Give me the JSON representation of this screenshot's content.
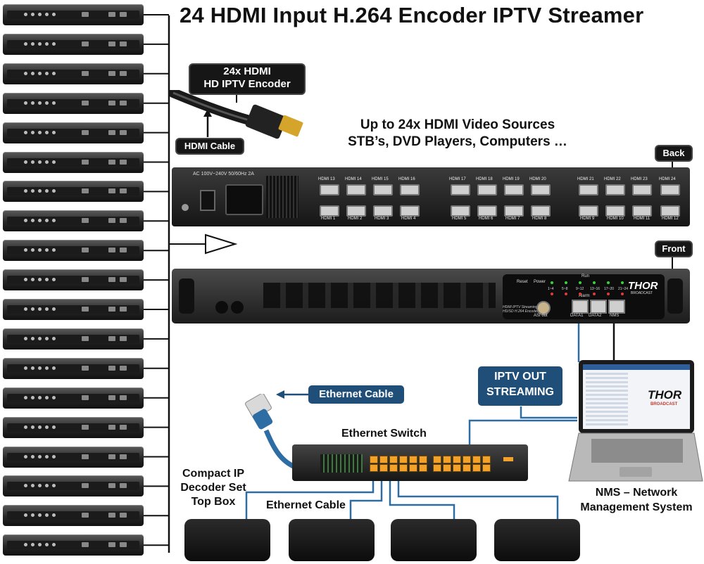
{
  "title": "24 HDMI Input H.264 Encoder IPTV Streamer",
  "badges": {
    "encoder": "24x HDMI\nHD IPTV Encoder",
    "hdmi_cable": "HDMI Cable",
    "back": "Back",
    "front": "Front",
    "ethernet_cable_badge": "Ethernet Cable",
    "iptv_out": "IPTV OUT\nSTREAMING"
  },
  "labels": {
    "sources": "Up to 24x HDMI Video Sources\nSTB’s, DVD Players, Computers …",
    "ethernet_switch": "Ethernet Switch",
    "decoder": "Compact IP\nDecoder Set\nTop Box",
    "ethernet_cable": "Ethernet Cable",
    "nms": "NMS – Network\nManagement System"
  },
  "back_panel": {
    "power_label": "AC 100V~240V 50/60Hz 2A",
    "top_ports": [
      "HDMI 13",
      "HDMI 14",
      "HDMI 15",
      "HDMI 16",
      "HDMI 17",
      "HDMI 18",
      "HDMI 19",
      "HDMI 20",
      "HDMI 21",
      "HDMI 22",
      "HDMI 23",
      "HDMI 24"
    ],
    "bottom_ports": [
      "HDMI 1",
      "HDMI 2",
      "HDMI 3",
      "HDMI 4",
      "HDMI 5",
      "HDMI 6",
      "HDMI 7",
      "HDMI 8",
      "HDMI 9",
      "HDMI 10",
      "HDMI 11",
      "HDMI 12"
    ]
  },
  "front_panel": {
    "reset": "Reset",
    "power": "Power",
    "run": "Run",
    "alarm": "Alarm",
    "led_groups": [
      "1~4",
      "5~8",
      "9~12",
      "13~16",
      "17~20",
      "21~24"
    ],
    "model_line1": "HDMI IPTV Streaming",
    "model_line2": "HD/SD H.264 Encoder",
    "asi_out": "ASI out",
    "data1": "DATA1",
    "data2": "DATA2",
    "nms_port": "NMS",
    "brand": "THOR",
    "brand_sub": "BROADCAST"
  },
  "laptop": {
    "brand": "THOR",
    "brand_sub": "BROADCAST"
  },
  "colors": {
    "badge_blue": "#1f4e79",
    "cable_blue": "#2e6da4",
    "badge_black": "#161616",
    "switch_port": "#f4a12a"
  },
  "stb_count": 19
}
